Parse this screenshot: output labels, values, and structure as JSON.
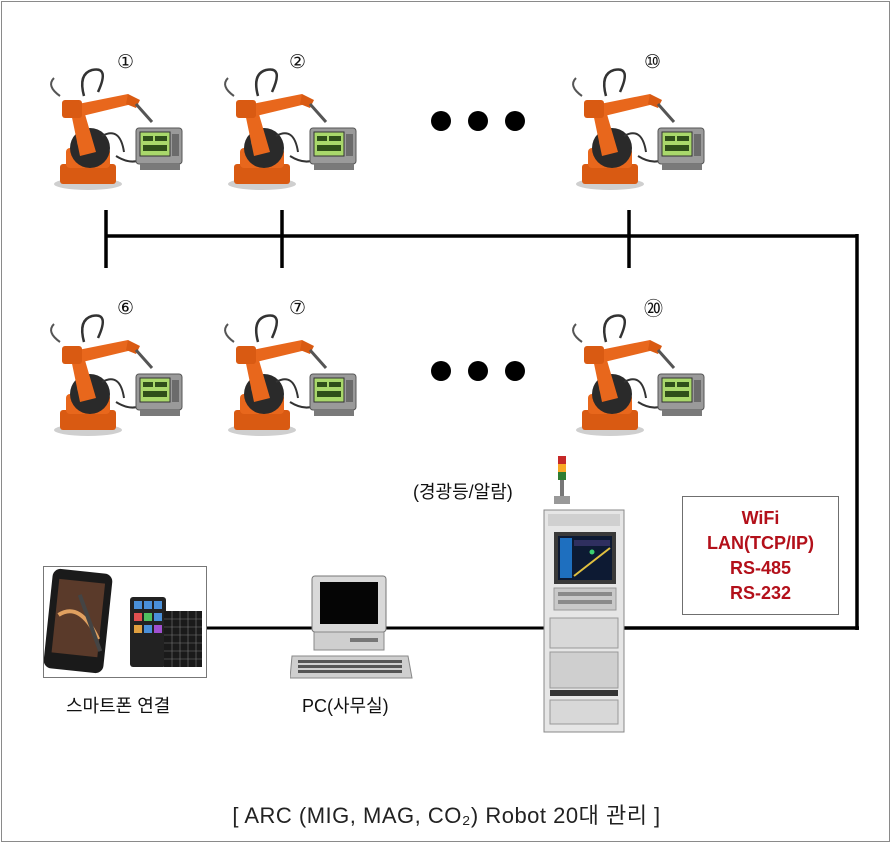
{
  "top_row": {
    "robots": [
      {
        "label": "①"
      },
      {
        "label": "②"
      },
      {
        "label": "⑩"
      }
    ]
  },
  "bottom_row": {
    "robots": [
      {
        "label": "⑥"
      },
      {
        "label": "⑦"
      },
      {
        "label": "⑳"
      }
    ]
  },
  "tower_light_label": "(경광등/알람)",
  "network": {
    "items": [
      "WiFi",
      "LAN(TCP/IP)",
      "RS-485",
      "RS-232"
    ]
  },
  "smartphone_label": "스마트폰 연결",
  "pc_label": "PC(사무실)",
  "caption": "[ ARC (MIG, MAG, CO₂) Robot 20대 관리 ]",
  "colors": {
    "robot_orange": "#e8671c",
    "network_text": "#b3101a",
    "line": "#000000"
  }
}
